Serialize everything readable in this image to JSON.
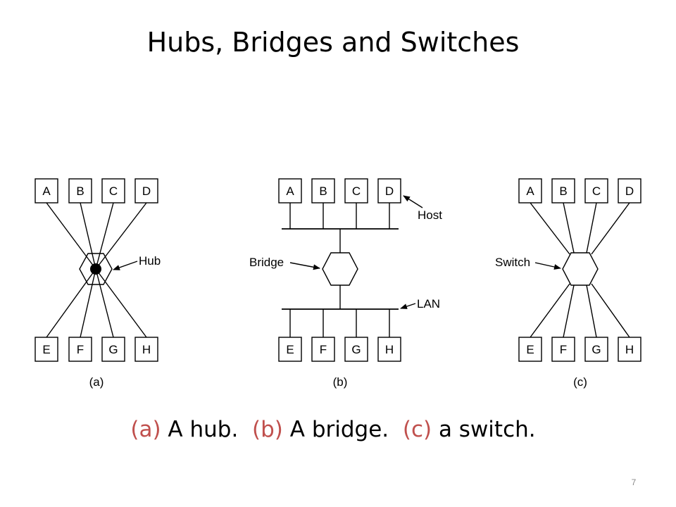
{
  "title": "Hubs, Bridges and Switches",
  "diagram": {
    "panels": [
      {
        "id": "a",
        "type": "hub",
        "top_hosts": [
          "A",
          "B",
          "C",
          "D"
        ],
        "bottom_hosts": [
          "E",
          "F",
          "G",
          "H"
        ],
        "device_label": "Hub",
        "sublabel": "(a)"
      },
      {
        "id": "b",
        "type": "bridge",
        "top_hosts": [
          "A",
          "B",
          "C",
          "D"
        ],
        "bottom_hosts": [
          "E",
          "F",
          "G",
          "H"
        ],
        "device_label": "Bridge",
        "host_label": "Host",
        "lan_label": "LAN",
        "sublabel": "(b)"
      },
      {
        "id": "c",
        "type": "switch",
        "top_hosts": [
          "A",
          "B",
          "C",
          "D"
        ],
        "bottom_hosts": [
          "E",
          "F",
          "G",
          "H"
        ],
        "device_label": "Switch",
        "sublabel": "(c)"
      }
    ]
  },
  "caption": {
    "parts": [
      {
        "tag": "(a)",
        "text": " A hub."
      },
      {
        "tag": "(b)",
        "text": " A bridge."
      },
      {
        "tag": "(c)",
        "text": " a switch."
      }
    ]
  },
  "page_number": "7"
}
